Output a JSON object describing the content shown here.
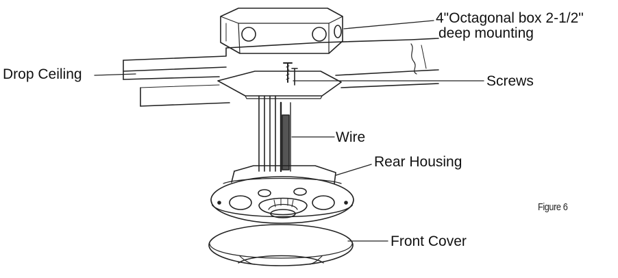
{
  "labels": {
    "octagonal_box_line1": "4\"Octagonal box 2-1/2\"",
    "octagonal_box_line2": "deep mounting",
    "drop_ceiling": "Drop Ceiling",
    "screws": "Screws",
    "wire": "Wire",
    "rear_housing": "Rear Housing",
    "front_cover": "Front Cover"
  },
  "figure_caption": "Figure 6"
}
